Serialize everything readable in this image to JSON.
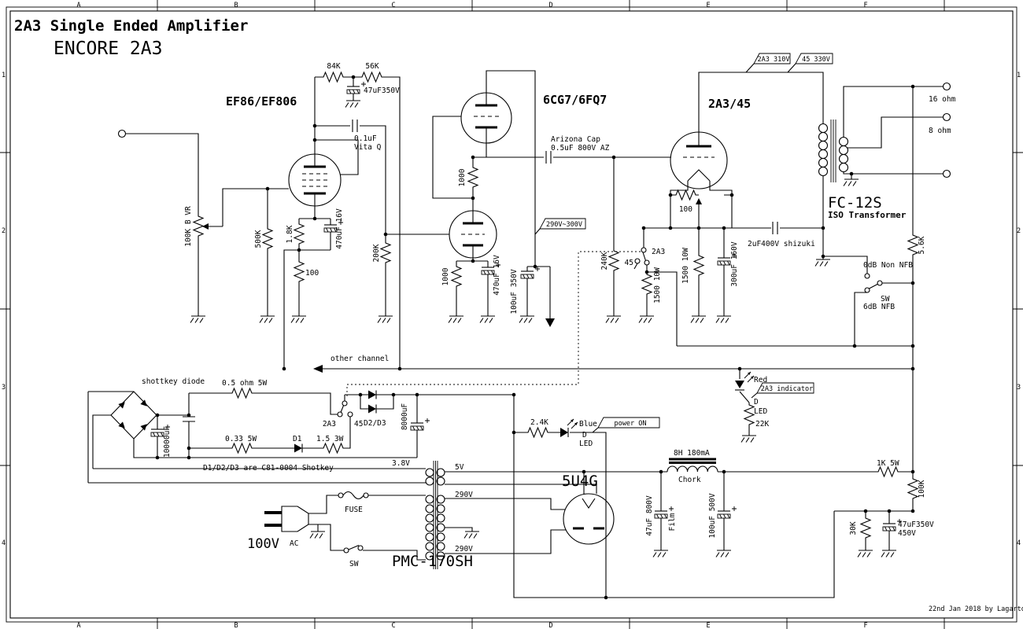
{
  "title": {
    "line1": "2A3 Single Ended Amplifier",
    "line2": "ENCORE 2A3"
  },
  "border": {
    "cols": [
      "A",
      "B",
      "C",
      "D",
      "E",
      "F"
    ],
    "rows": [
      "1",
      "2",
      "3",
      "4"
    ]
  },
  "credit": "22nd Jan 2018 by Lagarto",
  "input": {
    "pot": "100K B VR"
  },
  "ef86": {
    "name": "EF86/EF806",
    "r_plate": "84K",
    "r_screen": "56K",
    "c_decouple": "47uF350V",
    "c_couple_l1": "0.1uF",
    "c_couple_l2": "Vita Q",
    "r_grid": "500K",
    "r_cathode": "1.8K",
    "c_cathode": "470uF 16V",
    "r_fb": "100"
  },
  "driver": {
    "name": "6CG7/6FQ7",
    "r_upper_cathode": "1000",
    "r_grid": "200K",
    "r_lower_cathode": "1000",
    "c_lower_cathode": "470uF 16V",
    "c_decouple": "100uF 350V",
    "flag_voltage": "290V~300V",
    "c_couple_l1": "Arizona Cap",
    "c_couple_l2": "0.5uF 800V AZ"
  },
  "output_stage": {
    "name": "2A3/45",
    "r_grid": "240K",
    "sw_2a3": "2A3",
    "sw_45": "45",
    "r_cathode1": "1500 10W",
    "r_cathode2": "1500 10W",
    "c_cathode": "300uF 160V",
    "r_hum": "100",
    "c_ultrapath": "2uF400V shizuki",
    "flag_2a3": "2A3 310V",
    "flag_45": "45 330V"
  },
  "opt": {
    "name": "FC-12S",
    "sub": "ISO Transformer",
    "out_16": "16 ohm",
    "out_8": "8 ohm"
  },
  "nfb": {
    "r": "5.6K",
    "pos_0db": "0dB Non NFB",
    "sw": "SW",
    "pos_6db": "6dB NFB"
  },
  "misc": {
    "other_channel": "other channel"
  },
  "fil_psu": {
    "note": "shottkey diode",
    "r_top": "0.5 ohm 5W",
    "c_reservoir": "10000uF",
    "r_bottom": "0.33 5W",
    "d1": "D1",
    "r_drop": "1.5 3W",
    "sw_2a3": "2A3",
    "sw_45": "45",
    "d23": "D2/D3",
    "c_out": "8000uF",
    "note2": "D1/D2/D3 are C81-0004 Shotkey"
  },
  "mains": {
    "voltage": "100V",
    "ac": "AC",
    "fuse": "FUSE",
    "sw": "SW"
  },
  "pt": {
    "name": "PMC-170SH",
    "w_38": "3.8V",
    "w_5": "5V",
    "w_290a": "290V",
    "w_290b": "290V"
  },
  "rectifier": {
    "name": "5U4G"
  },
  "b_psu": {
    "choke_value": "8H 180mA",
    "choke_name": "Chork",
    "c1_l1": "47uF 800V",
    "c1_l2": "Film",
    "c2": "100uF 500V",
    "r_drop": "1K 5W",
    "r_divider_top": "100K",
    "r_divider_bottom": "30K",
    "c3_l1": "47uF350V",
    "c3_l2": "450V"
  },
  "led_red": {
    "color": "Red",
    "flag": "2A3 indicator",
    "d": "D",
    "led": "LED",
    "r": "22K"
  },
  "led_blue": {
    "r": "2.4K",
    "color": "Blue",
    "flag": "power ON",
    "d": "D",
    "led": "LED"
  }
}
